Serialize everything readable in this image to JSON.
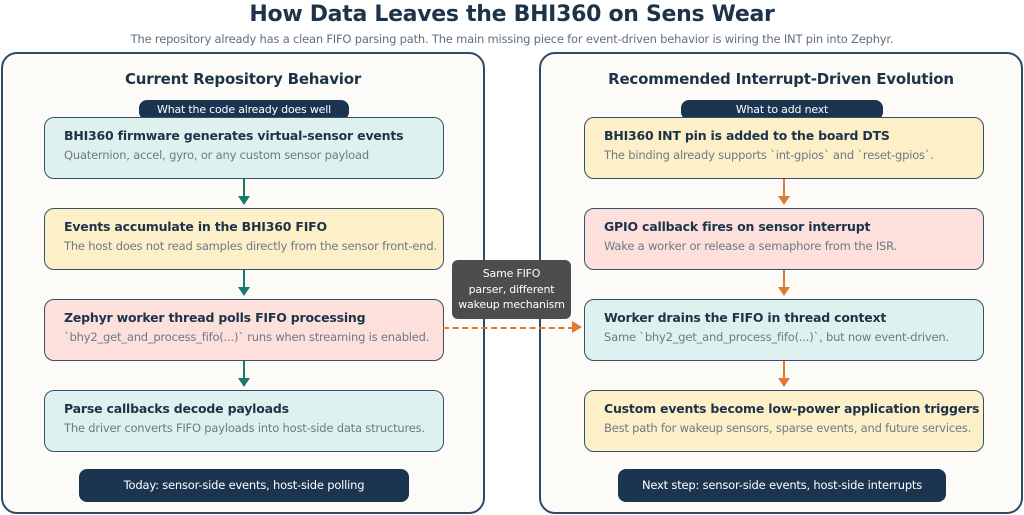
{
  "header": {
    "title": "How Data Leaves the BHI360 on Sens Wear",
    "subtitle": "The repository already has a clean FIFO parsing path. The main missing piece for event-driven behavior is wiring the INT pin into Zephyr."
  },
  "colors": {
    "navy": "#1b3550",
    "teal_fill": "#dff1ee",
    "yellow_fill": "#fdf0c8",
    "pink_fill": "#fde0db",
    "teal_arrow": "#1a7a6c",
    "orange_arrow": "#e07a2e",
    "note_bg": "#4d4d4d"
  },
  "left_panel": {
    "title": "Current Repository Behavior",
    "top_pill": "What the code already does well",
    "steps": [
      {
        "head": "BHI360 firmware generates virtual-sensor events",
        "desc": "Quaternion, accel, gyro, or any custom sensor payload",
        "tone": "teal"
      },
      {
        "head": "Events accumulate in the BHI360 FIFO",
        "desc": "The host does not read samples directly from the sensor front-end.",
        "tone": "yellow"
      },
      {
        "head": "Zephyr worker thread polls FIFO processing",
        "desc": "`bhy2_get_and_process_fifo(...)` runs when streaming is enabled.",
        "tone": "pink"
      },
      {
        "head": "Parse callbacks decode payloads",
        "desc": "The driver converts FIFO payloads into host-side data structures.",
        "tone": "teal"
      }
    ],
    "bottom_pill": "Today: sensor-side events, host-side polling"
  },
  "right_panel": {
    "title": "Recommended Interrupt-Driven Evolution",
    "top_pill": "What to add next",
    "steps": [
      {
        "head": "BHI360 INT pin is added to the board DTS",
        "desc": "The binding already supports `int-gpios` and `reset-gpios`.",
        "tone": "yellow"
      },
      {
        "head": "GPIO callback fires on sensor interrupt",
        "desc": "Wake a worker or release a semaphore from the ISR.",
        "tone": "pink"
      },
      {
        "head": "Worker drains the FIFO in thread context",
        "desc": "Same `bhy2_get_and_process_fifo(...)`, but now event-driven.",
        "tone": "teal"
      },
      {
        "head": "Custom events become low-power application triggers",
        "desc": "Best path for wakeup sensors, sparse events, and future services.",
        "tone": "yellow"
      }
    ],
    "bottom_pill": "Next step: sensor-side events, host-side interrupts"
  },
  "bridge_note": {
    "line1": "Same FIFO",
    "line2": "parser, different",
    "line3": "wakeup mechanism"
  }
}
